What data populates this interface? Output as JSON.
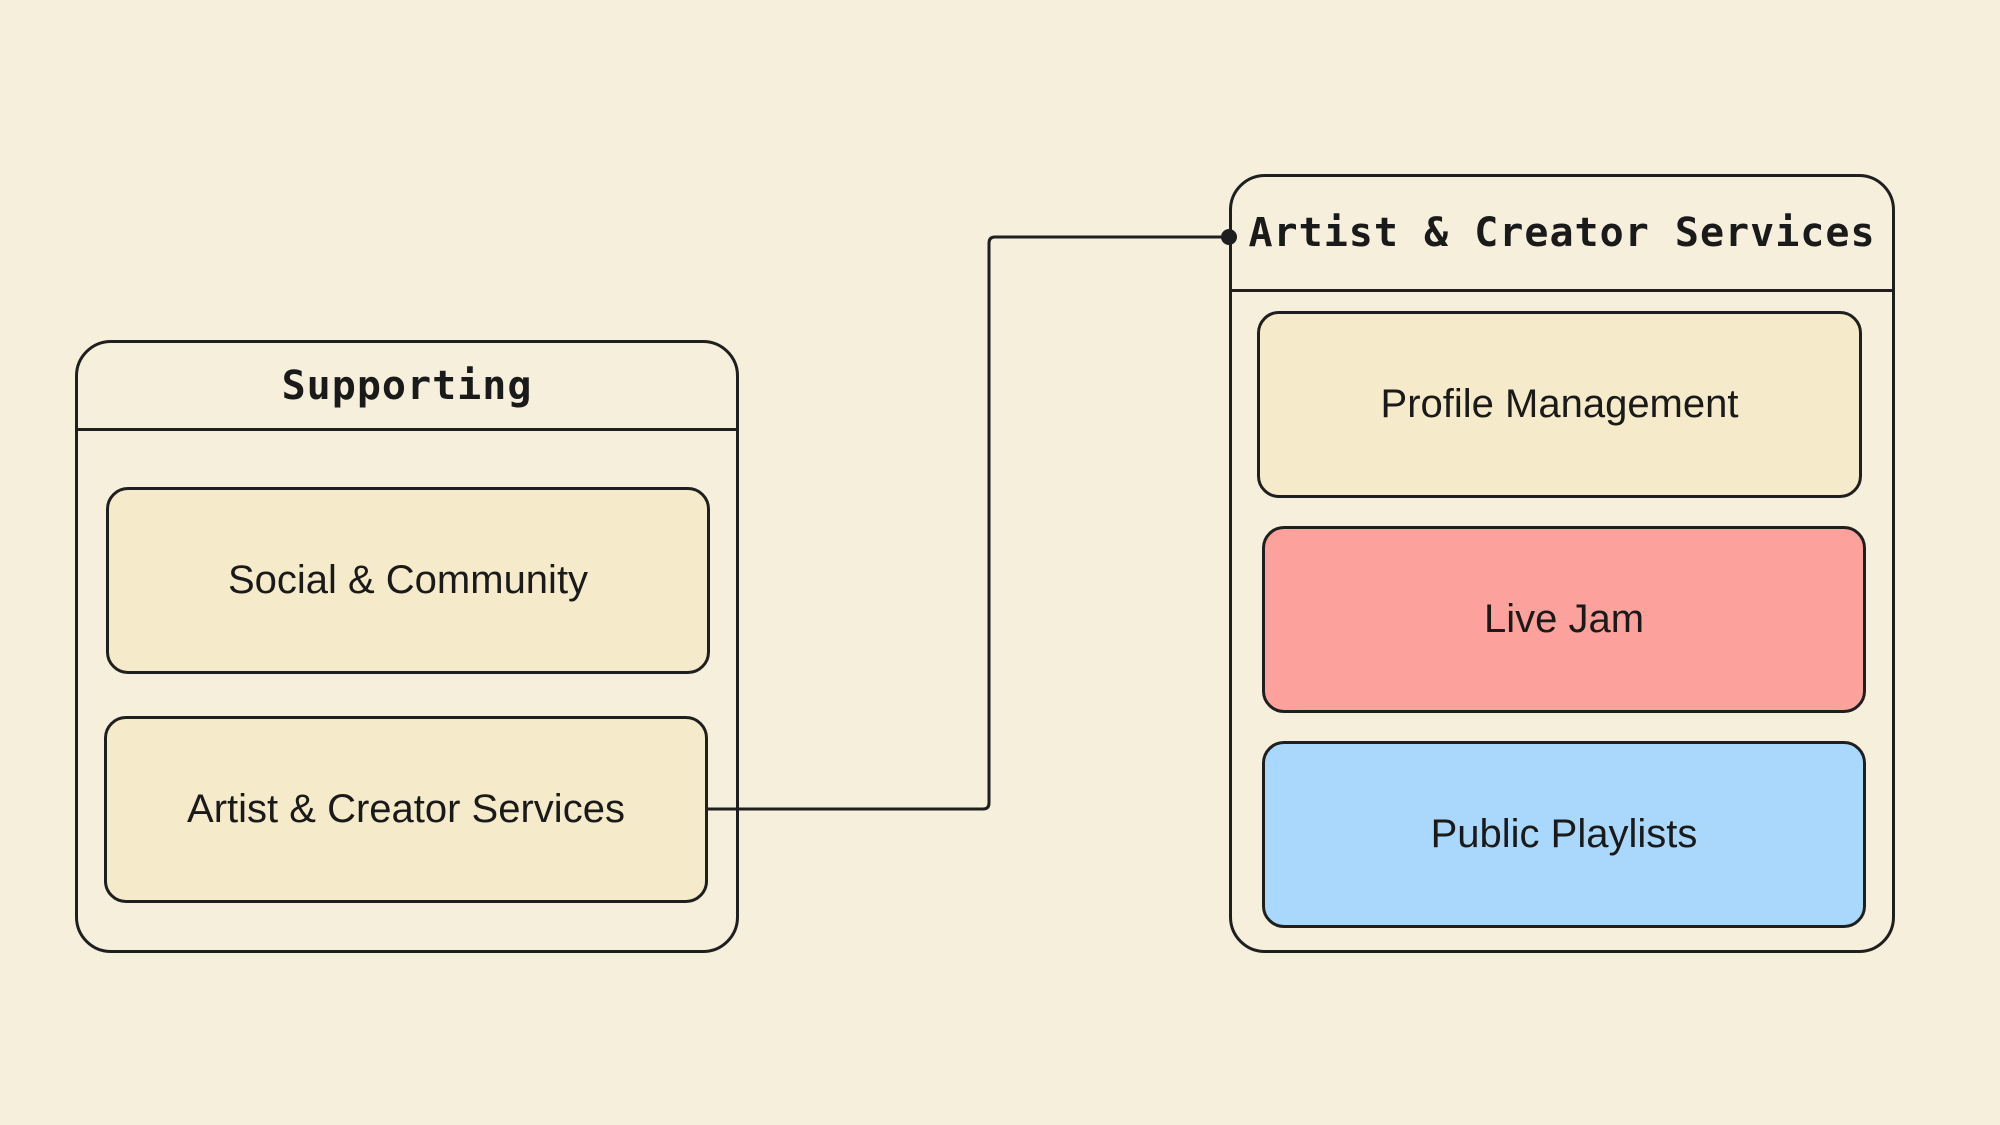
{
  "groups": {
    "supporting": {
      "title": "Supporting"
    },
    "artist": {
      "title": "Artist & Creator Services"
    }
  },
  "modules": {
    "social": {
      "label": "Social & Community",
      "color": "#f5ebca"
    },
    "artist_services": {
      "label": "Artist & Creator Services",
      "color": "#f5ebca"
    },
    "profile": {
      "label": "Profile Management",
      "color": "#f5ebca"
    },
    "live_jam": {
      "label": "Live Jam",
      "color": "#fca19b"
    },
    "public_playlists": {
      "label": "Public Playlists",
      "color": "#aad8fc"
    }
  },
  "colors": {
    "background": "#f5efdc",
    "stroke": "#1f1f1f"
  }
}
